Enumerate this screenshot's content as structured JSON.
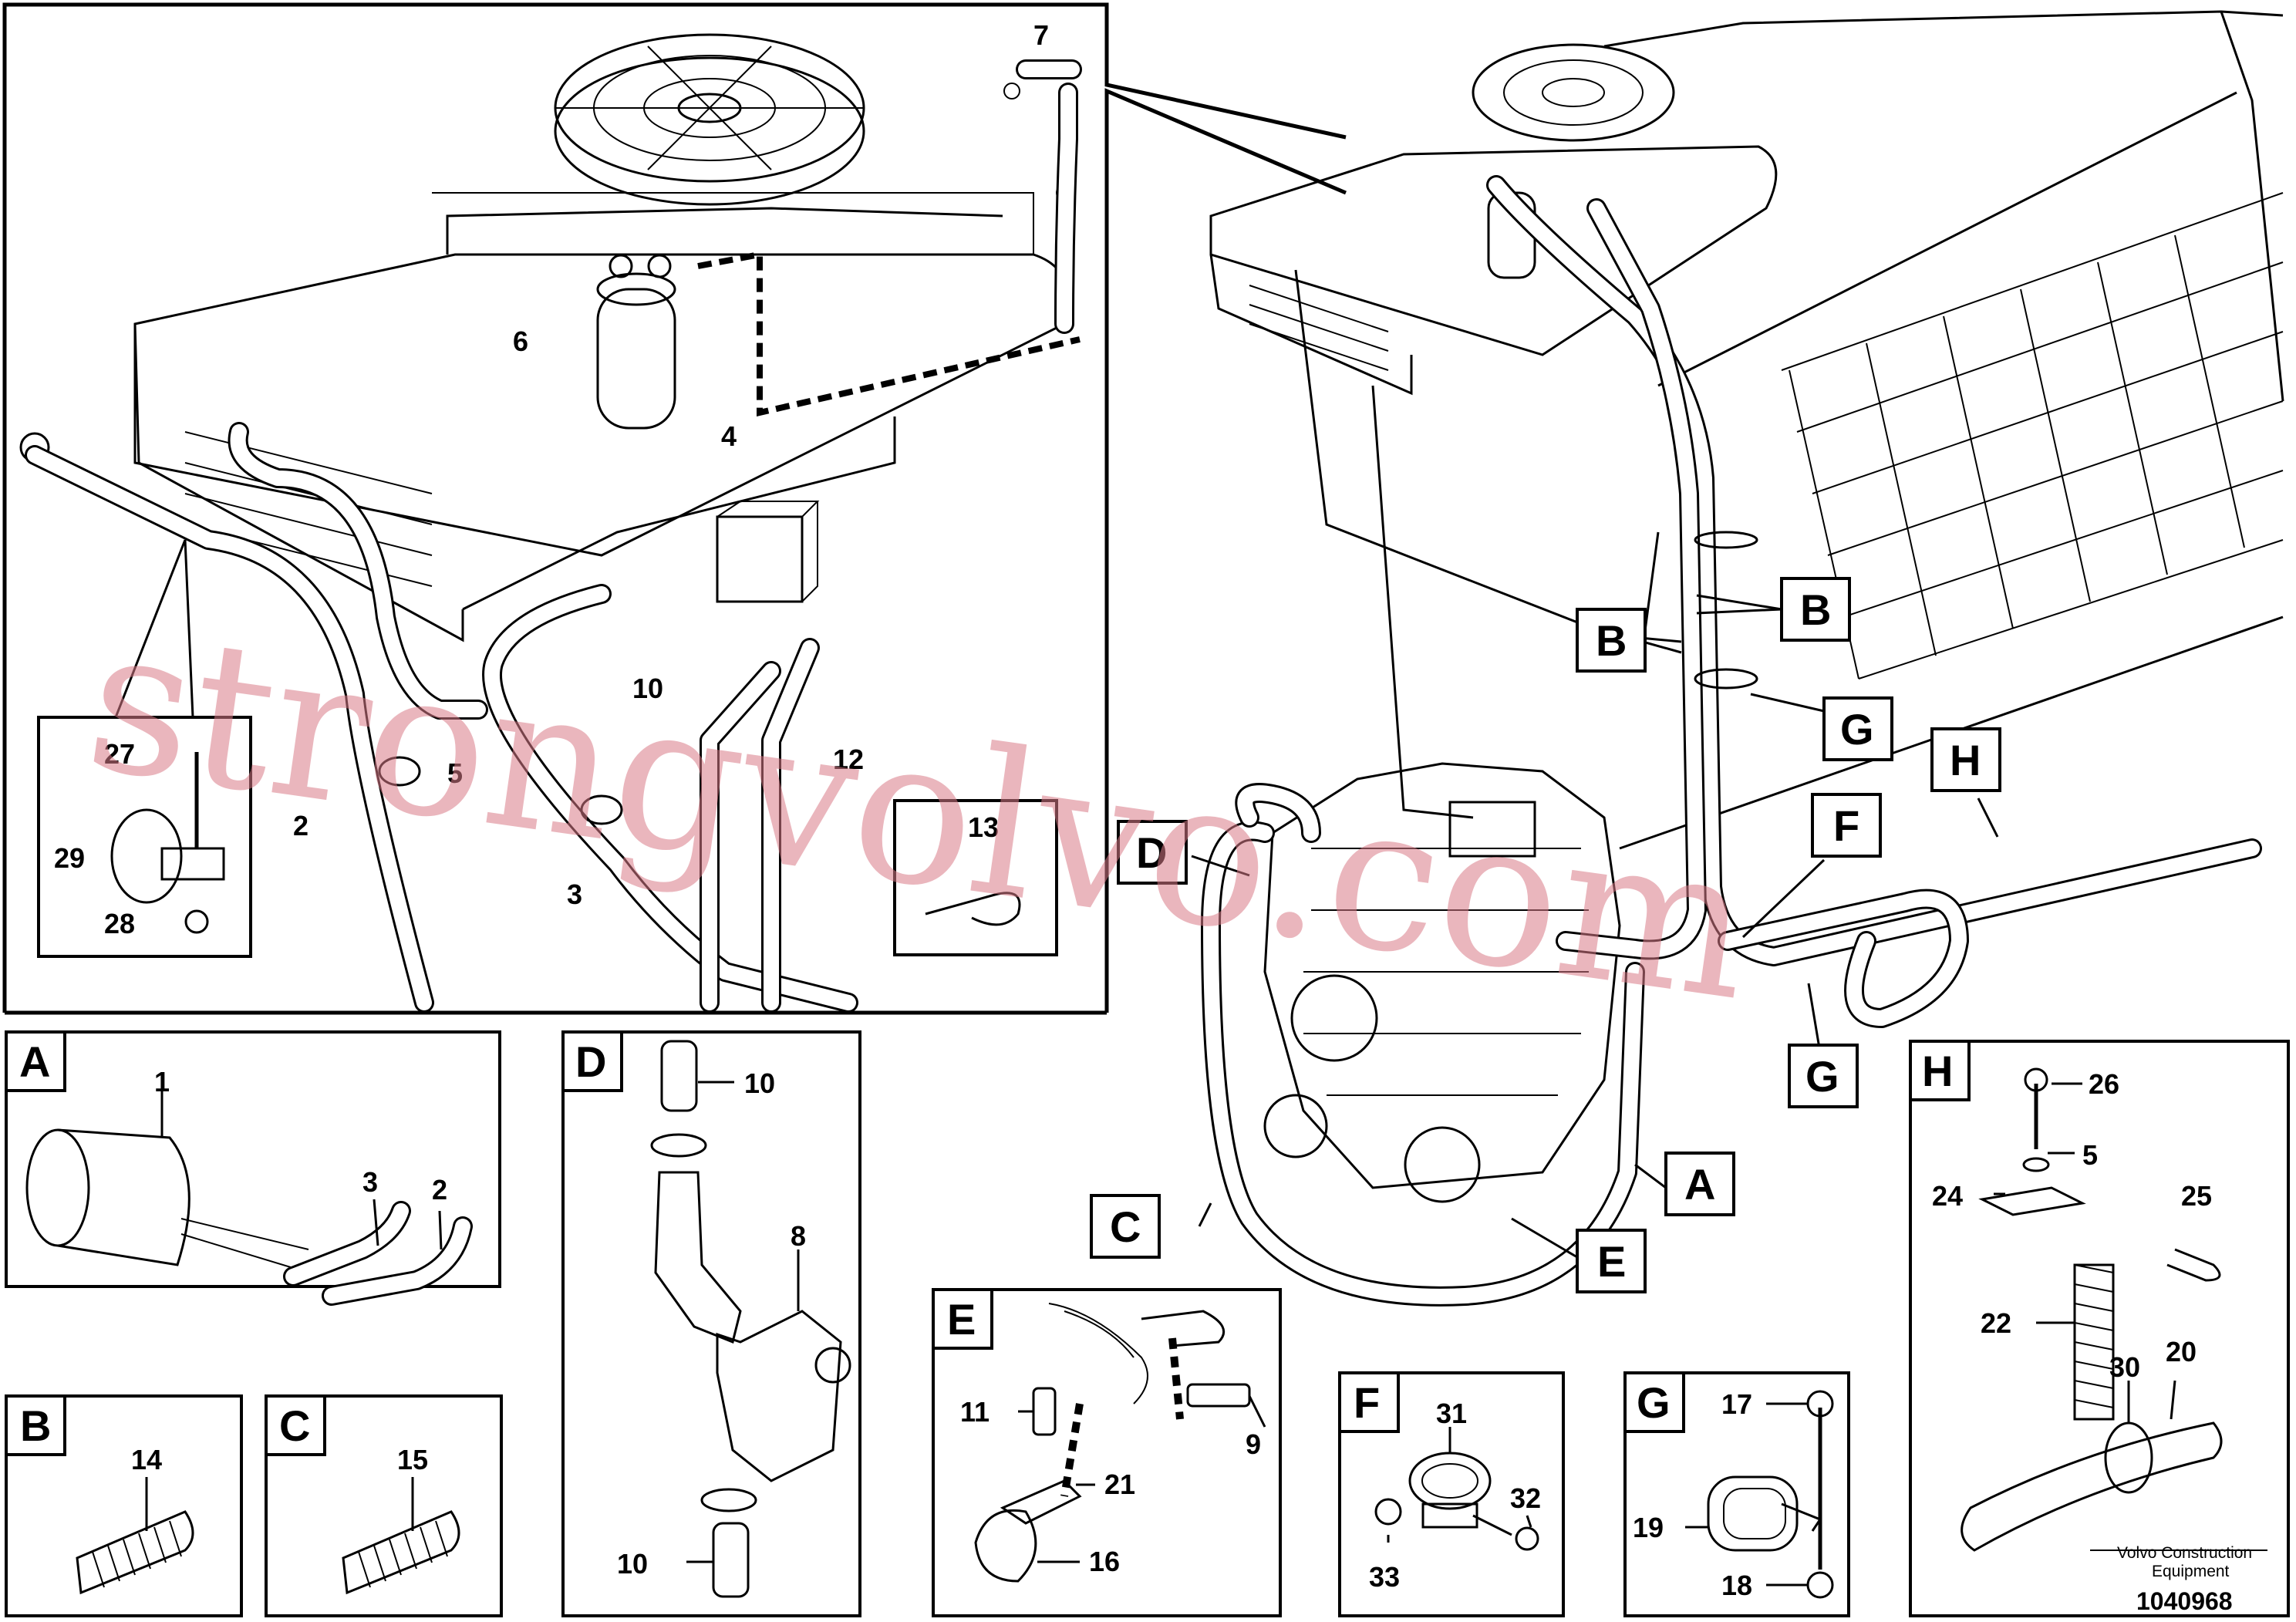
{
  "callouts_main": [
    "7",
    "6",
    "4",
    "5",
    "10",
    "12",
    "2",
    "3",
    "27",
    "29",
    "28",
    "13"
  ],
  "section_letters": [
    "A",
    "B",
    "C",
    "D",
    "E",
    "F",
    "G",
    "H"
  ],
  "panel_A": {
    "letter": "A",
    "parts": [
      "1",
      "3",
      "2"
    ]
  },
  "panel_B": {
    "letter": "B",
    "parts": [
      "14"
    ]
  },
  "panel_C": {
    "letter": "C",
    "parts": [
      "15"
    ]
  },
  "panel_D": {
    "letter": "D",
    "parts": [
      "10",
      "8",
      "10"
    ]
  },
  "panel_E": {
    "letter": "E",
    "parts": [
      "11",
      "9",
      "21",
      "16"
    ]
  },
  "panel_F": {
    "letter": "F",
    "parts": [
      "31",
      "32",
      "33"
    ]
  },
  "panel_G": {
    "letter": "G",
    "parts": [
      "17",
      "19",
      "18"
    ]
  },
  "panel_H": {
    "letter": "H",
    "parts": [
      "26",
      "5",
      "24",
      "25",
      "22",
      "30",
      "20"
    ]
  },
  "footer": {
    "company_line1": "Volvo Construction",
    "company_line2": "Equipment",
    "drawing_number": "1040968"
  },
  "watermark": {
    "text": "strongvolvo.com",
    "color": "#d97a86"
  }
}
